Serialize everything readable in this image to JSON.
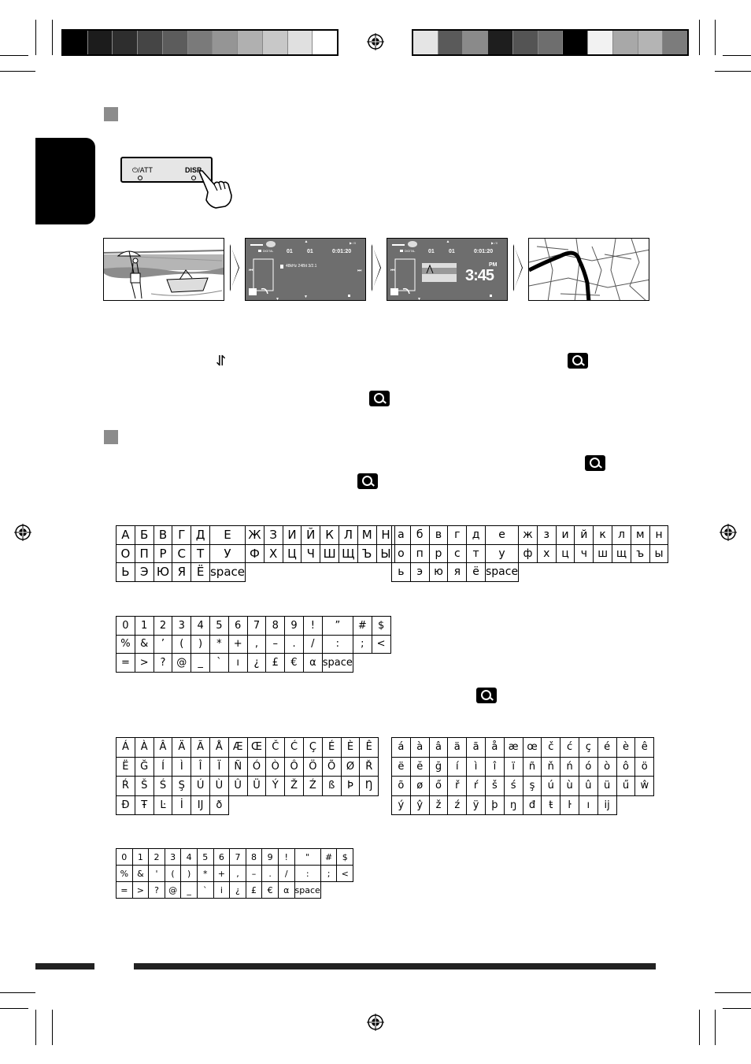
{
  "colors": {
    "left_bar": [
      "#000000",
      "#1c1c1c",
      "#2e2e2e",
      "#454545",
      "#5c5c5c",
      "#7a7a7a",
      "#959595",
      "#b0b0b0",
      "#c8c8c8",
      "#e0e0e0",
      "#ffffff"
    ],
    "right_bar": [
      "#e5e5e5",
      "#5a5a5a",
      "#8a8a8a",
      "#1e1e1e",
      "#545454",
      "#6e6e6e",
      "#000000",
      "#f2f2f2",
      "#a8a8a8",
      "#b4b4b4",
      "#7c7c7c"
    ],
    "section_square": "#8c8c8c",
    "screen_dark": "#6e6e6e"
  },
  "panel": {
    "power_label": "⏻/ATT",
    "disp_label": "DISP"
  },
  "screen2": {
    "track": "01",
    "chapter": "01",
    "time": "0:01:20",
    "audio": "48kHz  24Bit  3/2.1"
  },
  "screen3": {
    "track": "01",
    "chapter": "01",
    "time": "0:01:20",
    "clock": "3:45",
    "ampm": "PM"
  },
  "usb_icon": "⇋",
  "cyrillic_upper": [
    [
      "А",
      "Б",
      "В",
      "Г",
      "Д",
      "Е",
      "Ж",
      "З",
      "И",
      "Й",
      "К",
      "Л",
      "М",
      "Н"
    ],
    [
      "О",
      "П",
      "Р",
      "С",
      "Т",
      "У",
      "Ф",
      "Х",
      "Ц",
      "Ч",
      "Ш",
      "Щ",
      "Ъ",
      "Ы"
    ],
    [
      "Ь",
      "Э",
      "Ю",
      "Я",
      "Ё",
      "space"
    ]
  ],
  "cyrillic_lower": [
    [
      "а",
      "б",
      "в",
      "г",
      "д",
      "е",
      "ж",
      "з",
      "и",
      "й",
      "к",
      "л",
      "м",
      "н"
    ],
    [
      "о",
      "п",
      "р",
      "с",
      "т",
      "у",
      "ф",
      "х",
      "ц",
      "ч",
      "ш",
      "щ",
      "ъ",
      "ы"
    ],
    [
      "ь",
      "э",
      "ю",
      "я",
      "ё",
      "space"
    ]
  ],
  "symbols_1": [
    [
      "0",
      "1",
      "2",
      "3",
      "4",
      "5",
      "6",
      "7",
      "8",
      "9",
      "!",
      "”",
      "#",
      "$"
    ],
    [
      "%",
      "&",
      "’",
      "(",
      ")",
      "*",
      "+",
      ",",
      "–",
      ".",
      "/",
      ":",
      ";",
      "<"
    ],
    [
      "=",
      ">",
      "?",
      "@",
      "_",
      "`",
      "ı",
      "¿",
      "£",
      "€",
      "α",
      "space"
    ]
  ],
  "latin_upper": [
    [
      "Á",
      "À",
      "Â",
      "Ä",
      "Ã",
      "Å",
      "Æ",
      "Œ",
      "Č",
      "Ć",
      "Ç",
      "É",
      "È",
      "Ê"
    ],
    [
      "Ë",
      "Ğ",
      "Í",
      "Ì",
      "Î",
      "Ï",
      "Ñ",
      "Ó",
      "Ò",
      "Ô",
      "Ö",
      "Õ",
      "Ø",
      "Ř"
    ],
    [
      "Ŕ",
      "Š",
      "Ś",
      "Ş",
      "Ú",
      "Ù",
      "Û",
      "Ü",
      "Ý",
      "Ž",
      "Ź",
      "ß",
      "Þ",
      "Ŋ"
    ],
    [
      "Đ",
      "Ŧ",
      "Ŀ",
      "İ",
      "Ĳ",
      "ð"
    ]
  ],
  "latin_lower": [
    [
      "á",
      "à",
      "â",
      "ä",
      "ã",
      "å",
      "æ",
      "œ",
      "č",
      "ć",
      "ç",
      "é",
      "è",
      "ê"
    ],
    [
      "ë",
      "ĕ",
      "ğ",
      "í",
      "ì",
      "î",
      "ï",
      "ñ",
      "ň",
      "ń",
      "ó",
      "ò",
      "ô",
      "ö"
    ],
    [
      "õ",
      "ø",
      "ő",
      "ř",
      "ŕ",
      "š",
      "ś",
      "ş",
      "ú",
      "ù",
      "û",
      "ü",
      "ű",
      "ŵ"
    ],
    [
      "ý",
      "ŷ",
      "ž",
      "ź",
      "ÿ",
      "þ",
      "ŋ",
      "đ",
      "ŧ",
      "ŀ",
      "ı",
      "ĳ"
    ]
  ],
  "symbols_2": [
    [
      "0",
      "1",
      "2",
      "3",
      "4",
      "5",
      "6",
      "7",
      "8",
      "9",
      "!",
      "\"",
      "#",
      "$"
    ],
    [
      "%",
      "&",
      "'",
      "(",
      ")",
      "*",
      "+",
      ",",
      "–",
      ".",
      "/",
      ":",
      ";",
      "<"
    ],
    [
      "=",
      ">",
      "?",
      "@",
      "_",
      "`",
      "i",
      "¿",
      "£",
      "€",
      "α",
      "space"
    ]
  ]
}
